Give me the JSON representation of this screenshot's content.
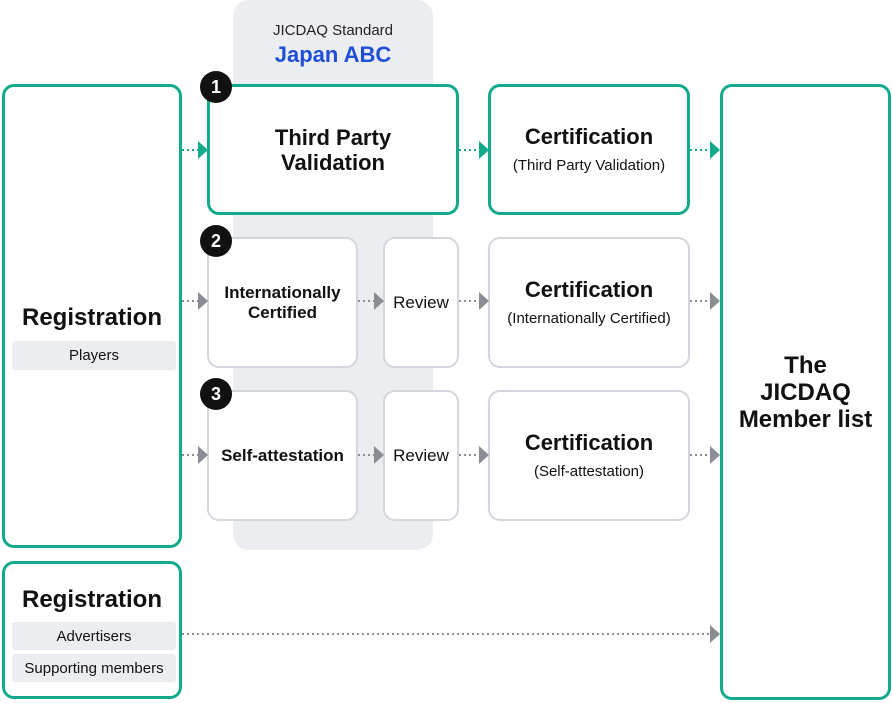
{
  "standard": {
    "label": "JICDAQ Standard",
    "name": "Japan ABC"
  },
  "registration_players": {
    "title": "Registration",
    "tags": [
      "Players"
    ]
  },
  "registration_advertisers": {
    "title": "Registration",
    "tags": [
      "Advertisers",
      "Supporting members"
    ]
  },
  "routes": [
    {
      "number": "1",
      "entry": "Third Party\nValidation",
      "review": "",
      "certification": "Certification",
      "certification_sub": "(Third Party Validation)"
    },
    {
      "number": "2",
      "entry": "Internationally\nCertified",
      "review": "Review",
      "certification": "Certification",
      "certification_sub": "(Internationally Certified)"
    },
    {
      "number": "3",
      "entry": "Self-attestation",
      "review": "Review",
      "certification": "Certification",
      "certification_sub": "(Self-attestation)"
    }
  ],
  "member_list": {
    "title": "The\nJICDAQ\nMember list"
  },
  "colors": {
    "accent_green": "#13a98b",
    "standard_blue": "#1f4fd6",
    "gray_border": "#d3d6dc",
    "panel_gray": "#ebedf1"
  }
}
